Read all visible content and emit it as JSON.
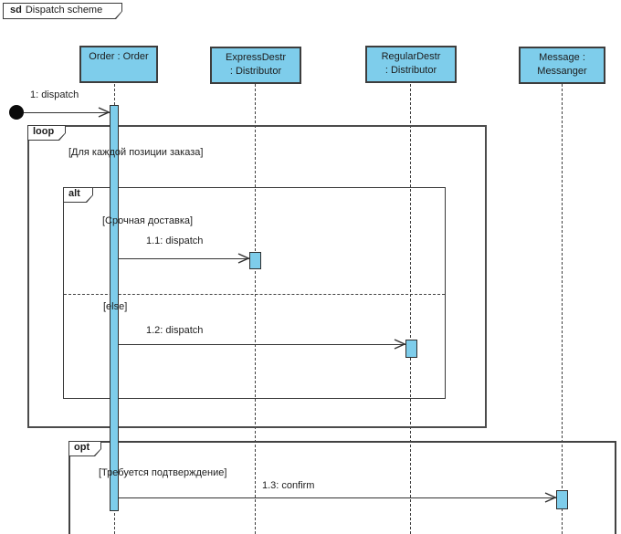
{
  "colors": {
    "element_fill": "#7ECDEB",
    "frame_border": "#4b4b4b",
    "line": "#333333",
    "background": "#ffffff"
  },
  "frame": {
    "keyword": "sd",
    "title": "Dispatch scheme"
  },
  "lifelines": [
    {
      "line1": "Order : Order",
      "line2": ""
    },
    {
      "line1": "ExpressDestr",
      "line2": ": Distributor"
    },
    {
      "line1": "RegularDestr",
      "line2": ": Distributor"
    },
    {
      "line1": "Message :",
      "line2": "Messanger"
    }
  ],
  "fragments": {
    "loop": {
      "keyword": "loop",
      "guard": "[Для каждой позиции заказа]"
    },
    "alt": {
      "keyword": "alt",
      "guard1": "[Срочная доставка]",
      "guard2": "[else]"
    },
    "opt": {
      "keyword": "opt",
      "guard": "[Требуется подтверждение]"
    }
  },
  "messages": {
    "m1": {
      "label": "1: dispatch"
    },
    "m1_1": {
      "label": "1.1: dispatch"
    },
    "m1_2": {
      "label": "1.2: dispatch"
    },
    "m1_3": {
      "label": "1.3: confirm"
    }
  }
}
